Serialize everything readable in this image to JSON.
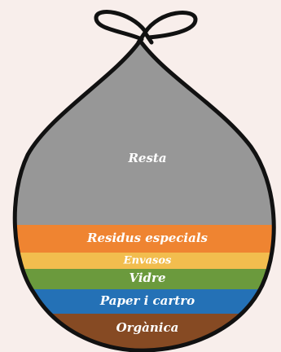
{
  "diagram": {
    "layers": [
      {
        "key": "resta",
        "label": "Resta",
        "color": "#979797"
      },
      {
        "key": "especials",
        "label": "Residus especials",
        "color": "#ef8431"
      },
      {
        "key": "envasos",
        "label": "Envasos",
        "color": "#f2bd4e"
      },
      {
        "key": "vidre",
        "label": "Vidre",
        "color": "#6b9a3d"
      },
      {
        "key": "paper",
        "label": "Paper i cartro",
        "color": "#2471b6"
      },
      {
        "key": "organica",
        "label": "Orgànica",
        "color": "#864a23"
      }
    ],
    "background_color": "#f8eeeb",
    "outline_color": "#111111"
  }
}
